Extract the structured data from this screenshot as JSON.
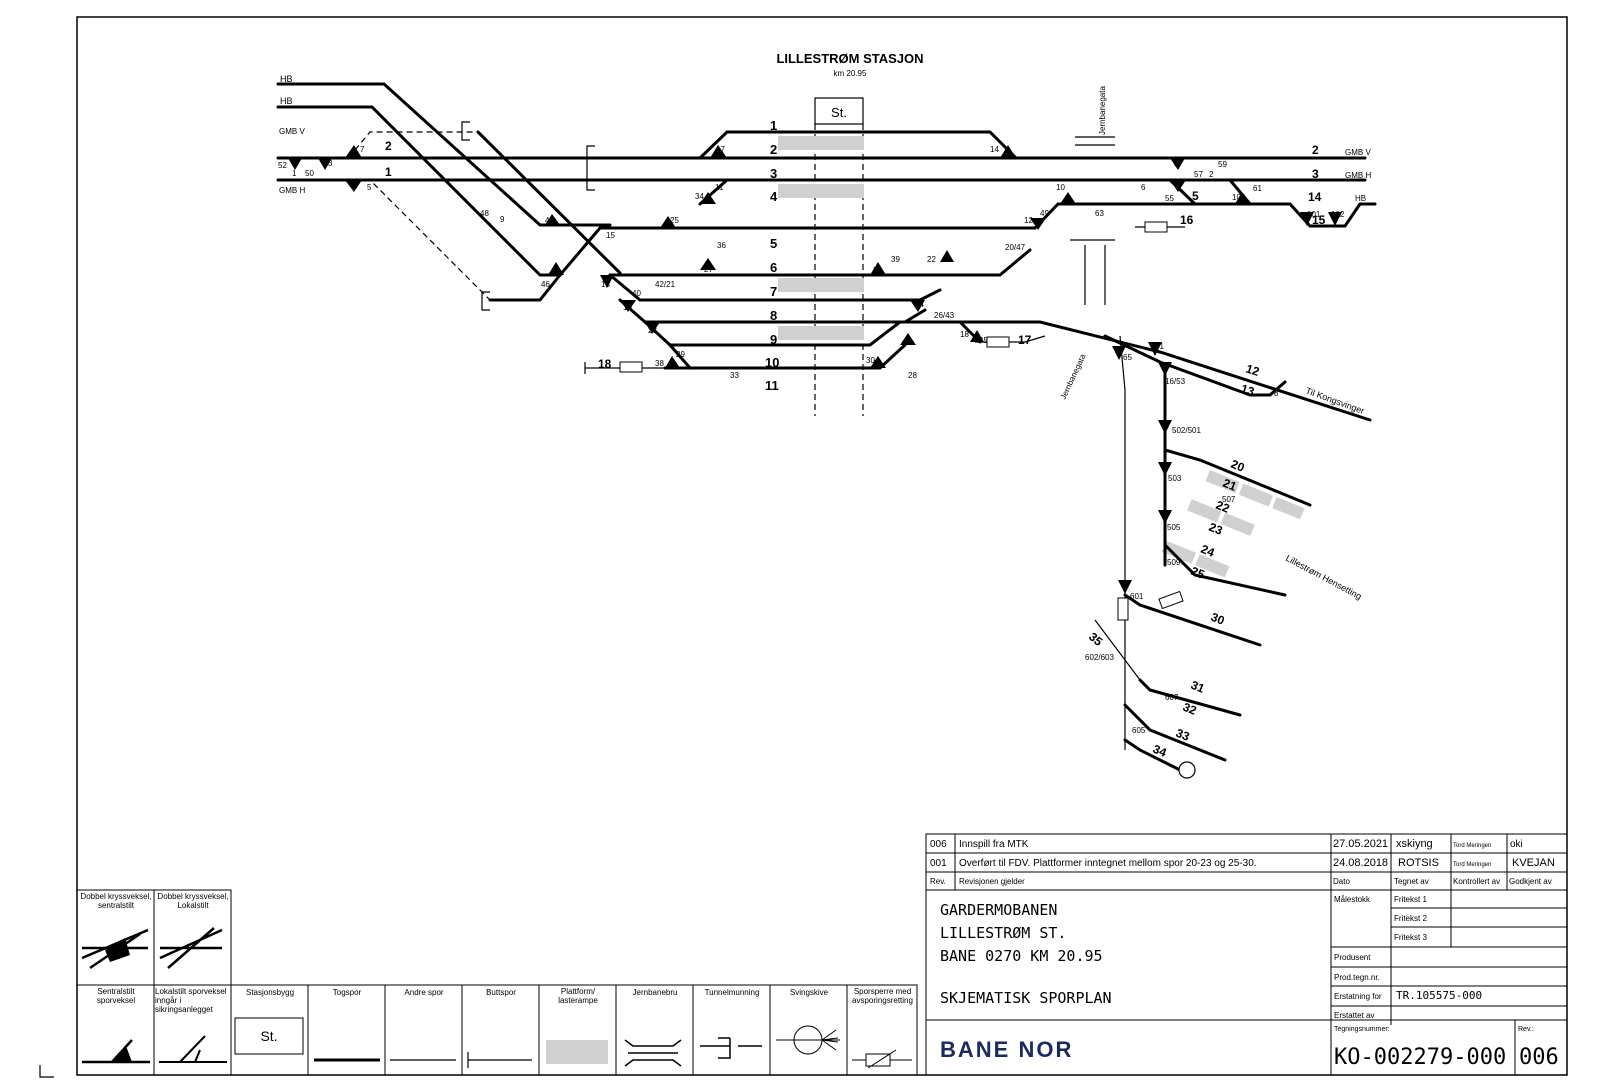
{
  "station": {
    "title": "LILLESTRØM STASJON",
    "km": "km 20.95",
    "building_label": "St."
  },
  "track_labels": [
    "1",
    "2",
    "3",
    "4",
    "5",
    "6",
    "7",
    "8",
    "9",
    "10",
    "11"
  ],
  "west_labels": {
    "hb1": "HB",
    "hb2": "HB",
    "gmb_v": "GMB\nV",
    "gmb_h": "GMB\nH",
    "t1": "1",
    "t2": "2",
    "t1b": "1"
  },
  "east_labels": {
    "e2": "2",
    "e3": "3",
    "e14": "14",
    "gmb_v": "GMB V",
    "gmb_h": "GMB H",
    "hb": "HB",
    "t5": "5",
    "t15": "15",
    "t16": "16",
    "t17": "17",
    "t18": "18",
    "t12": "12",
    "t13": "13",
    "kongsvinger": "Til Kongsvinger",
    "jernbanegata_top": "Jernbanegata",
    "jernbanegata_mid": "Jernbanegata",
    "hensetting": "Lillestrøm Hensetting"
  },
  "yard_labels": [
    "20",
    "21",
    "22",
    "23",
    "24",
    "25",
    "30",
    "31",
    "32",
    "33",
    "34",
    "35"
  ],
  "switch_labels": [
    "52",
    "1",
    "50",
    "3",
    "7",
    "5",
    "48",
    "9",
    "44",
    "46",
    "15",
    "13",
    "40",
    "42/21",
    "19",
    "23",
    "38",
    "29",
    "33",
    "17",
    "11",
    "34",
    "25",
    "36",
    "27",
    "28",
    "61",
    "30",
    "32",
    "39",
    "22",
    "14",
    "10",
    "12",
    "49",
    "20/47",
    "24",
    "26/43",
    "18",
    "45",
    "4",
    "57",
    "2",
    "59",
    "6",
    "55",
    "104",
    "61",
    "63",
    "101",
    "102",
    "51",
    "16/53",
    "8",
    "65",
    "502/501",
    "503",
    "507",
    "505",
    "509",
    "601",
    "602/603",
    "607",
    "605"
  ],
  "legend": {
    "items": [
      {
        "label": "Dobbel kryssveksel, sentralstilt"
      },
      {
        "label": "Dobbel kryssveksel, Lokalstilt"
      },
      {
        "label": "Sentralstilt sporveksel"
      },
      {
        "label": "Lokalstilt sporveksel inngår i sikringsanlegget"
      },
      {
        "label": "Stasjonsbygg"
      },
      {
        "label": "Togspor"
      },
      {
        "label": "Andre spor"
      },
      {
        "label": "Buttspor"
      },
      {
        "label": "Plattform/ lasterampe"
      },
      {
        "label": "Jernbanebru"
      },
      {
        "label": "Tunnelmunning"
      },
      {
        "label": "Svingskive"
      },
      {
        "label": "Sporsperre med avsporingsretting"
      }
    ],
    "st_symbol": "St."
  },
  "titleblock": {
    "revisions": [
      {
        "rev": "006",
        "text": "Innspill fra MTK",
        "date": "27.05.2021",
        "drawn": "xskiyng",
        "checked": "Tord Meringen",
        "approved": "oki"
      },
      {
        "rev": "001",
        "text": "Overført til FDV. Plattformer inntegnet mellom spor 20-23 og 25-30.",
        "date": "24.08.2018",
        "drawn": "ROTSIS",
        "checked": "Tord Meringen",
        "approved": "KVEJAN"
      }
    ],
    "headers": {
      "rev": "Rev.",
      "applies": "Revisjonen gjelder",
      "date": "Dato",
      "drawn": "Tegnet av",
      "checked": "Kontrollert av",
      "approved": "Godkjent av"
    },
    "project_lines": [
      "GARDERMOBANEN",
      "LILLESTRØM ST.",
      "BANE 0270  KM 20.95",
      "",
      "SKJEMATISK SPORPLAN"
    ],
    "scale_label": "Målestokk",
    "free_text": [
      "Fritekst 1",
      "Fritekst 2",
      "Fritekst 3"
    ],
    "producer": "Produsent",
    "prod_no": "Prod.tegn.nr.",
    "replaces_label": "Erstatning for",
    "replaces_value": "TR.105575-000",
    "replaced_by": "Erstattet av",
    "drawing_no_label": "Tegningsnummer:",
    "drawing_no": "KO-002279-000",
    "rev_label": "Rev.:",
    "rev_value": "006",
    "logo": "BANE NOR"
  }
}
